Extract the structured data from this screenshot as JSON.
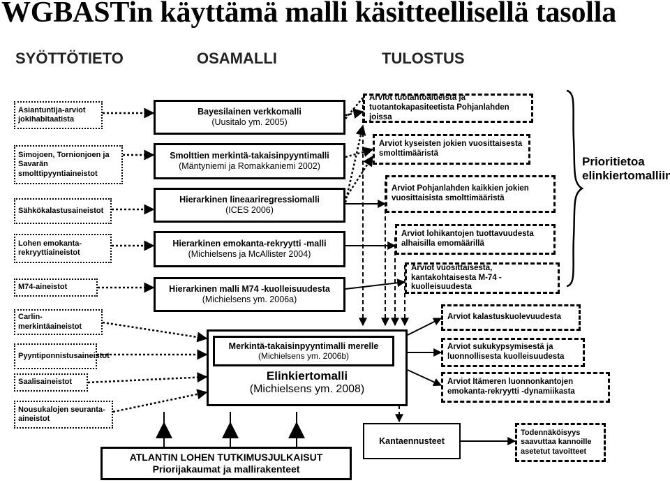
{
  "title": "WGBASTin käyttämä malli käsitteellisellä tasolla",
  "columns": {
    "input": "SYÖTTÖTIETO",
    "submodel": "OSAMALLI",
    "output": "TULOSTUS"
  },
  "inputs": [
    "Asiantuntija-arviot jokihabitaatista",
    "Simojoen, Tornionjoen ja Savarän smolttipyyntiaineistot",
    "Sähkökalastusaineistot",
    "Lohen emokanta-rekryyttiaineistot",
    "M74-aineistot",
    "Carlin-merkintäaineistot",
    "Pyyntiponnistusaineistot",
    "Saalisaineistot",
    "Nousukalojen seuranta-aineistot"
  ],
  "submodels": [
    {
      "name": "Bayesilainen verkkomalli",
      "ref": "(Uusitalo ym. 2005)"
    },
    {
      "name": "Smolttien merkintä-takaisinpyyntimalli",
      "ref": "(Mäntyniemi ja Romakkaniemi 2002)"
    },
    {
      "name": "Hierarkinen lineaariregressiomalli",
      "ref": "(ICES 2006)"
    },
    {
      "name": "Hierarkinen emokanta-rekryytti -malli",
      "ref": "(Michielsens ja McAllister 2004)"
    },
    {
      "name": "Hierarkinen malli M74 -kuolleisuudesta",
      "ref": "(Michielsens ym. 2006a)"
    }
  ],
  "outputs_top": [
    "Arviot tuotantoalueista ja tuotantokapasiteetista Pohjanlahden joissa",
    "Arviot kyseisten jokien vuosittaisesta smolttimääristä",
    "Arviot Pohjanlahden kaikkien jokien vuosittaisista smolttimääristä",
    "Arviot lohikantojen tuottavuudesta alhaisilla emomäärillä",
    "Arviot vuosittaisesta, kantakohtaisesta M-74 -kuolleisuudesta"
  ],
  "prior_label": "Prioritietoa elinkiertomalliin",
  "central": {
    "mr_model": "Merkintä-takaisinpyyntimalli merelle",
    "mr_ref": "(Michielsens ym. 2006b)",
    "life_cycle": "Elinkiertomalli",
    "life_cycle_ref": "(Michielsens ym. 2008)"
  },
  "outputs_right": [
    "Arviot kalastuskuolevuudesta",
    "Arviot sukukypsymisestä ja luonnollisesta kuolleisuudesta",
    "Arviot Itämeren luonnonkantojen emokanta-rekryytti -dynamiikasta"
  ],
  "forecast": "Kantaennusteet",
  "probability": "Todennäköisyys saavuttaa kannoille asetetut tavoitteet",
  "research": {
    "title": "ATLANTIN LOHEN TUTKIMUSJULKAISUT",
    "subtitle": "Priorijakaumat ja mallirakenteet"
  }
}
